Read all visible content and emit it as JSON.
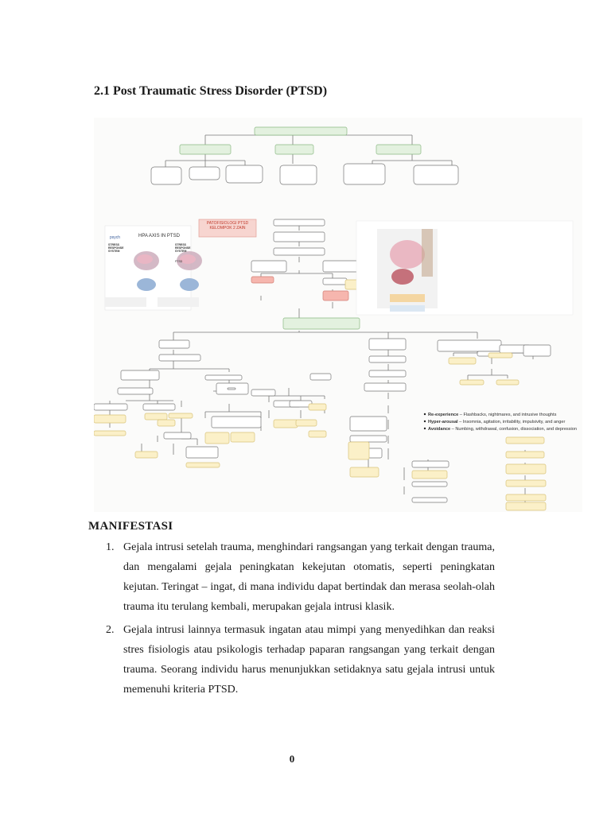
{
  "document": {
    "heading": "2.1 Post Traumatic Stress Disorder (PTSD)",
    "section_title": "MANIFESTASI",
    "items": [
      {
        "number": "1.",
        "text": "Gejala intrusi setelah trauma, menghindari rangsangan yang terkait dengan trauma, dan mengalami gejala peningkatan kekejutan otomatis, seperti peningkatan kejutan.  Teringat – ingat, di mana individu dapat bertindak dan merasa seolah-olah trauma itu terulang kembali, merupakan gejala intrusi klasik."
      },
      {
        "number": "2.",
        "text": "Gejala intrusi lainnya termasuk ingatan atau mimpi yang menyedihkan dan reaksi stres fisiologis atau psikologis terhadap paparan rangsangan yang terkait dengan trauma.  Seorang individu harus menunjukkan setidaknya satu gejala intrusi untuk memenuhi kriteria PTSD."
      }
    ],
    "page_number": "0"
  },
  "figure": {
    "patofisiologi_label": "PATOFISIOLOGI PTSD KELOMPOK 2 ZAIN",
    "hpa_title": "HPA AXIS IN PTSD",
    "panel_left": "STRESS RESPONSE SYSTEM",
    "panel_right": "STRESS RESPONSE SYSTEM",
    "panel_right_sub": "PTSD",
    "logo_text": "psych",
    "legend": [
      {
        "term": "Re-experience",
        "desc": " – Flashbacks, nightmares, and intrusive thoughts"
      },
      {
        "term": "Hyper-arousal",
        "desc": " – Insomnia, agitation, irritability, impulsivity, and anger"
      },
      {
        "term": "Avoidance",
        "desc": " – Numbing, withdrawal, confusion, dissociation, and depression"
      }
    ],
    "colors": {
      "green_box": "#e3f1df",
      "yellow_box": "#fbf0c8",
      "red_box": "#f6b6ae",
      "line": "#7a7a7a"
    }
  }
}
